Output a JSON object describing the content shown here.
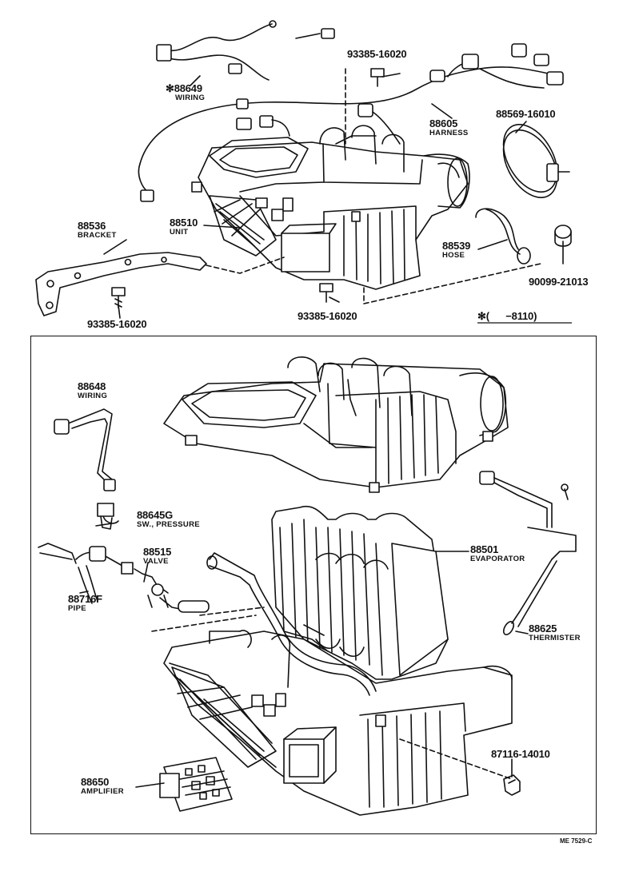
{
  "parts": {
    "p88649": {
      "number": "✻88649",
      "name": "WIRING"
    },
    "p93385_top": {
      "number": "93385-16020"
    },
    "p88605": {
      "number": "88605",
      "name": "HARNESS"
    },
    "p88569": {
      "number": "88569-16010"
    },
    "p88536": {
      "number": "88536",
      "name": "BRACKET"
    },
    "p88510": {
      "number": "88510",
      "name": "UNIT"
    },
    "p88539": {
      "number": "88539",
      "name": "HOSE"
    },
    "p90099": {
      "number": "90099-21013"
    },
    "p93385_left": {
      "number": "93385-16020"
    },
    "p93385_bottom": {
      "number": "93385-16020"
    },
    "p88648": {
      "number": "88648",
      "name": "WIRING"
    },
    "p88645G": {
      "number": "88645G",
      "name": "SW., PRESSURE"
    },
    "p88515": {
      "number": "88515",
      "name": "VALVE"
    },
    "p88716F": {
      "number": "88716F",
      "name": "PIPE"
    },
    "p88501": {
      "number": "88501",
      "name": "EVAPORATOR"
    },
    "p88625": {
      "number": "88625",
      "name": "THERMISTER"
    },
    "p87116": {
      "number": "87116-14010"
    },
    "p88650": {
      "number": "88650",
      "name": "AMPLIFIER"
    }
  },
  "note": {
    "text": "✻(      −8110)"
  },
  "footer": {
    "code": "ME 7529-C"
  }
}
